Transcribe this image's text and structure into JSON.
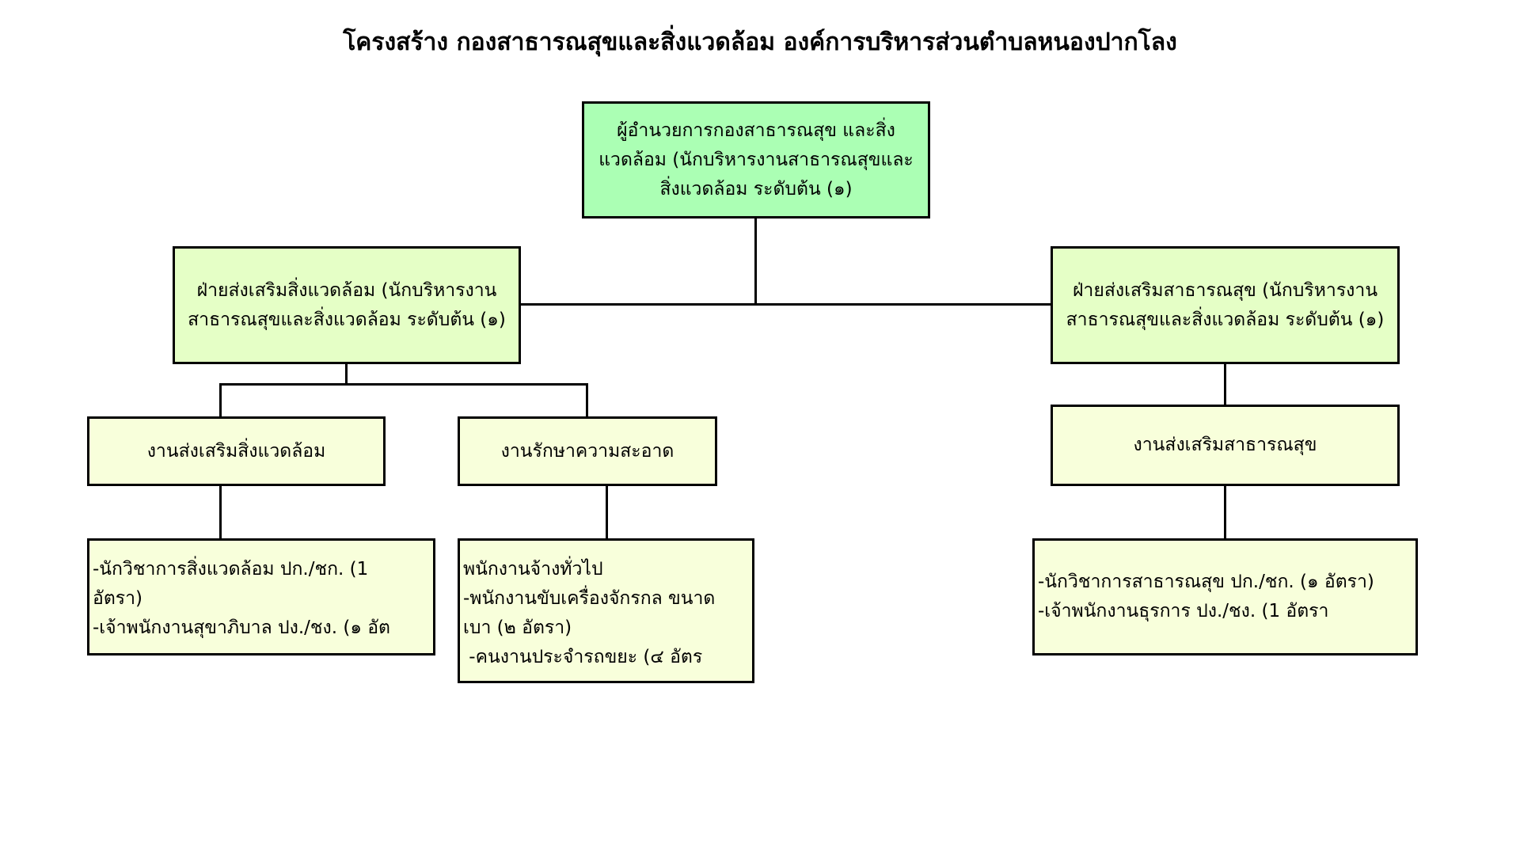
{
  "title": "โครงสร้าง กองสาธารณสุขและสิ่งแวดล้อม องค์การบริหารส่วนตำบลหนองปากโลง",
  "colors": {
    "director": "#abffb4",
    "division": "#e5ffc6",
    "unit": "#f8ffdb",
    "line": "#000000"
  },
  "director": {
    "text": "ผู้อำนวยการกองสาธารณสุข และสิ่งแวดล้อม (นักบริหารงานสาธารณสุขและสิ่งแวดล้อม ระดับต้น (๑)"
  },
  "divisions": [
    {
      "text": "ฝ่ายส่งเสริมสิ่งแวดล้อม (นักบริหารงานสาธารณสุขและสิ่งแวดล้อม ระดับต้น (๑)"
    },
    {
      "text": "ฝ่ายส่งเสริมสาธารณสุข (นักบริหารงานสาธารณสุขและสิ่งแวดล้อม ระดับต้น (๑)"
    }
  ],
  "units": [
    {
      "text": "งานส่งเสริมสิ่งแวดล้อม"
    },
    {
      "text": "งานรักษาความสะอาด"
    },
    {
      "text": "งานส่งเสริมสาธารณสุข"
    }
  ],
  "staff": [
    {
      "lines": [
        "-นักวิชาการสิ่งแวดล้อม ปก./ชก. (1",
        "อัตรา)",
        "-เจ้าพนักงานสุขาภิบาล ปง./ชง. (๑ อัต"
      ]
    },
    {
      "lines": [
        "พนักงานจ้างทั่วไป",
        "-พนักงานขับเครื่องจักรกล ขนาด",
        "เบา (๒ อัตรา)",
        " -คนงานประจำรถขยะ (๔ อัตร"
      ]
    },
    {
      "lines": [
        "-นักวิชาการสาธารณสุข ปก./ชก. (๑ อัตรา)",
        "-เจ้าพนักงานธุรการ ปง./ชง. (1 อัตรา"
      ]
    }
  ]
}
